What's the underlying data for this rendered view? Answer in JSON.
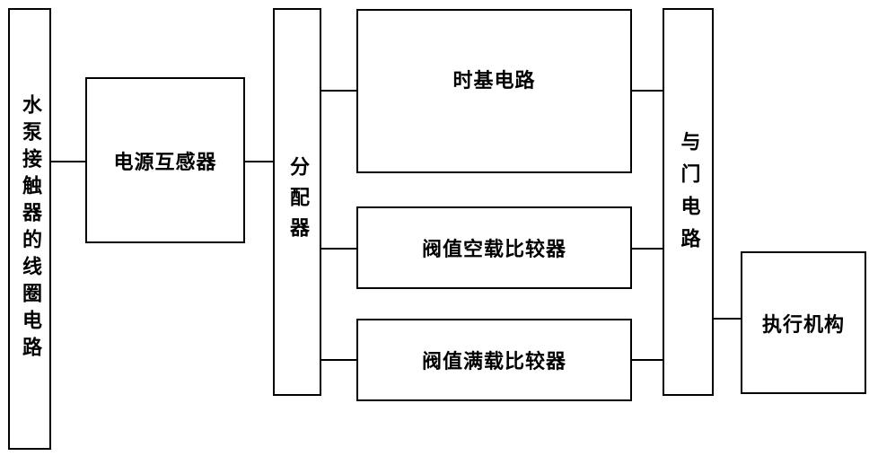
{
  "blocks": {
    "coil_circuit": "水泵接触器的线圈电路",
    "power_transformer": "电源互感器",
    "distributor": "分配器",
    "timebase": "时基电路",
    "threshold_noload": "阀值空载比较器",
    "threshold_fullload": "阀值满载比较器",
    "and_gate": "与门电路",
    "actuator": "执行机构"
  }
}
